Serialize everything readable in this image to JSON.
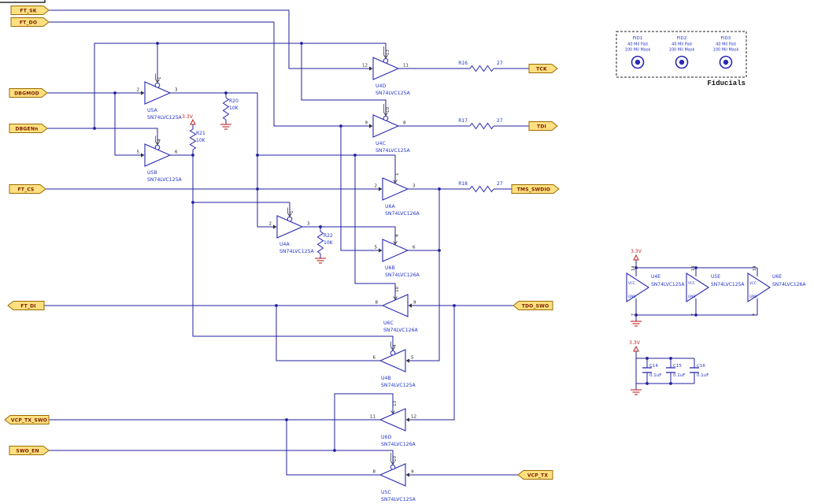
{
  "ports": {
    "ft_sk": "FT_SK",
    "ft_do": "FT_DO",
    "dbgmod": "DBGMOD",
    "dbgenn": "DBGENn",
    "ft_cs": "FT_CS",
    "ft_di": "FT_DI",
    "vcp_tx_swo": "VCP_TX_SWO",
    "swo_en": "SWO_EN",
    "tck": "TCK",
    "tdi": "TDI",
    "tms_swdio": "TMS_SWDIO",
    "tdo_swo": "TDO_SWO",
    "vcp_tx": "VCP_TX"
  },
  "buffers": {
    "u5a": {
      "ref": "U5A",
      "part": "SN74LVC125A",
      "pin_in": "2",
      "pin_out": "3",
      "pin_en": "1"
    },
    "u5b": {
      "ref": "U5B",
      "part": "SN74LVC125A",
      "pin_in": "5",
      "pin_out": "6",
      "pin_en": "4"
    },
    "u4a": {
      "ref": "U4A",
      "part": "SN74LVC125A",
      "pin_in": "2",
      "pin_out": "3",
      "pin_en": "1"
    },
    "u4d": {
      "ref": "U4D",
      "part": "SN74LVC125A",
      "pin_in": "12",
      "pin_out": "11",
      "pin_en": "13"
    },
    "u4c": {
      "ref": "U4C",
      "part": "SN74LVC125A",
      "pin_in": "9",
      "pin_out": "8",
      "pin_en": "10"
    },
    "u6a": {
      "ref": "U6A",
      "part": "SN74LVC126A",
      "pin_in": "2",
      "pin_out": "3",
      "pin_en": "1"
    },
    "u6b": {
      "ref": "U6B",
      "part": "SN74LVC126A",
      "pin_in": "5",
      "pin_out": "6",
      "pin_en": "4"
    },
    "u6c": {
      "ref": "U6C",
      "part": "SN74LVC126A",
      "pin_in": "9",
      "pin_out": "8",
      "pin_en": "10"
    },
    "u4b": {
      "ref": "U4B",
      "part": "SN74LVC125A",
      "pin_in": "5",
      "pin_out": "6",
      "pin_en": "4"
    },
    "u6d": {
      "ref": "U6D",
      "part": "SN74LVC126A",
      "pin_in": "12",
      "pin_out": "11",
      "pin_en": "13"
    },
    "u5c": {
      "ref": "U5C",
      "part": "SN74LVC125A",
      "pin_in": "9",
      "pin_out": "8",
      "pin_en": "10"
    }
  },
  "resistors": {
    "r16": {
      "ref": "R16",
      "value": "27"
    },
    "r17": {
      "ref": "R17",
      "value": "27"
    },
    "r18": {
      "ref": "R18",
      "value": "27"
    },
    "r20": {
      "ref": "R20",
      "value": "10K"
    },
    "r21": {
      "ref": "R21",
      "value": "10K"
    },
    "r22": {
      "ref": "R22",
      "value": "10K"
    }
  },
  "capacitors": {
    "c14": {
      "ref": "C14",
      "value": "0.1uF"
    },
    "c15": {
      "ref": "C15",
      "value": "0.1uF"
    },
    "c16": {
      "ref": "C16",
      "value": "0.1uF"
    }
  },
  "power": {
    "rail": "3.3V",
    "vcc": "VCC",
    "gnd": "GND",
    "pin_vcc": "14",
    "pin_gnd": "7",
    "units": {
      "u4e": {
        "ref": "U4E",
        "part": "SN74LVC125A"
      },
      "u5e": {
        "ref": "U5E",
        "part": "SN74LVC125A"
      },
      "u6e": {
        "ref": "U6E",
        "part": "SN74LVC126A"
      }
    }
  },
  "fiducials": {
    "title": "Fiducials",
    "pad": "40 Mil Pad",
    "mask": "100 Mil Mask",
    "items": [
      {
        "ref": "FID1"
      },
      {
        "ref": "FID2"
      },
      {
        "ref": "FID3"
      }
    ]
  },
  "colors": {
    "wire": "#20209E",
    "symbol": "#2A2AB4",
    "label": "#2233CC",
    "pin": "#1a1a1a",
    "flag_fill": "#FFE080",
    "flag_border": "#9C6A00",
    "flag_text": "#7A2000",
    "power_red": "#C22222"
  }
}
